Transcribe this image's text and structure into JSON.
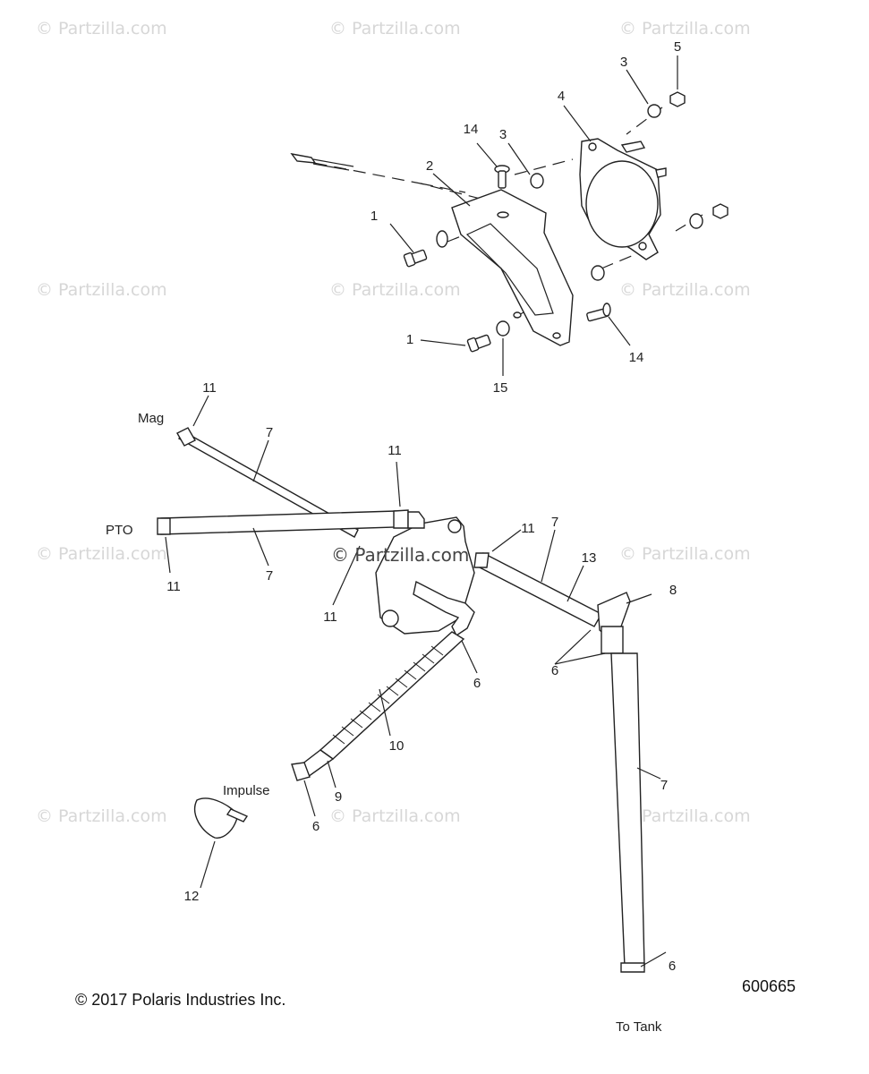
{
  "watermarks": {
    "text": "© Partzilla.com",
    "center_text": "© Partzilla.com"
  },
  "callouts": {
    "c1a": "1",
    "c1b": "1",
    "c2": "2",
    "c3a": "3",
    "c3b": "3",
    "c4": "4",
    "c5": "5",
    "c6a": "6",
    "c6b": "6",
    "c6c": "6",
    "c6d": "6",
    "c7a": "7",
    "c7b": "7",
    "c7c": "7",
    "c7d": "7",
    "c8": "8",
    "c9": "9",
    "c10": "10",
    "c11a": "11",
    "c11b": "11",
    "c11c": "11",
    "c11d": "11",
    "c11e": "11",
    "c12": "12",
    "c13": "13",
    "c14a": "14",
    "c14b": "14",
    "c15": "15"
  },
  "labels": {
    "mag": "Mag",
    "pto": "PTO",
    "impulse": "Impulse",
    "to_tank": "To Tank"
  },
  "footer": {
    "copyright": "© 2017 Polaris Industries Inc.",
    "diagram_number": "600665"
  },
  "colors": {
    "line": "#222222",
    "watermark": "#d7d7d7"
  }
}
